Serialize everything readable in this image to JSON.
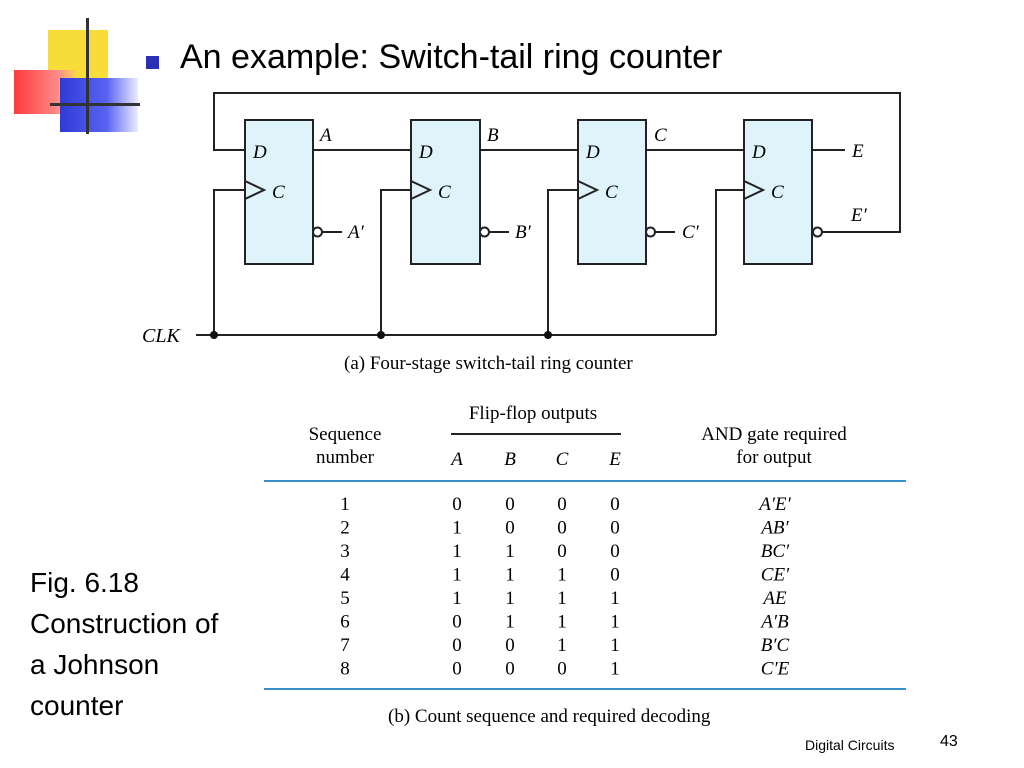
{
  "slide": {
    "title": "An example: Switch-tail ring counter",
    "fig_caption": "Fig. 6.18 Construction of a Johnson counter",
    "footer_label": "Digital Circuits",
    "page_number": "43",
    "colors": {
      "flipflop_fill": "#dff3fb",
      "rule_color": "#3a8fc8",
      "bullet": "#2b2fb3"
    }
  },
  "diagram": {
    "caption": "(a) Four-stage switch-tail ring counter",
    "clk_label": "CLK",
    "flipflops": [
      {
        "d_pin": "D",
        "c_pin": "C",
        "q_out": "A",
        "q_bar_out": "A′"
      },
      {
        "d_pin": "D",
        "c_pin": "C",
        "q_out": "B",
        "q_bar_out": "B′"
      },
      {
        "d_pin": "D",
        "c_pin": "C",
        "q_out": "C",
        "q_bar_out": "C′"
      },
      {
        "d_pin": "D",
        "c_pin": "C",
        "q_out": "E",
        "q_bar_out": "E′"
      }
    ]
  },
  "table": {
    "col_sequence": [
      "Sequence",
      "number"
    ],
    "group_header": "Flip-flop outputs",
    "col_outputs": [
      "A",
      "B",
      "C",
      "E"
    ],
    "col_and": [
      "AND gate required",
      "for output"
    ],
    "rows": [
      {
        "seq": "1",
        "bits": [
          "0",
          "0",
          "0",
          "0"
        ],
        "and": "A′E′"
      },
      {
        "seq": "2",
        "bits": [
          "1",
          "0",
          "0",
          "0"
        ],
        "and": "AB′"
      },
      {
        "seq": "3",
        "bits": [
          "1",
          "1",
          "0",
          "0"
        ],
        "and": "BC′"
      },
      {
        "seq": "4",
        "bits": [
          "1",
          "1",
          "1",
          "0"
        ],
        "and": "CE′"
      },
      {
        "seq": "5",
        "bits": [
          "1",
          "1",
          "1",
          "1"
        ],
        "and": "AE"
      },
      {
        "seq": "6",
        "bits": [
          "0",
          "1",
          "1",
          "1"
        ],
        "and": "A′B"
      },
      {
        "seq": "7",
        "bits": [
          "0",
          "0",
          "1",
          "1"
        ],
        "and": "B′C"
      },
      {
        "seq": "8",
        "bits": [
          "0",
          "0",
          "0",
          "1"
        ],
        "and": "C′E"
      }
    ],
    "caption": "(b) Count sequence and required decoding"
  }
}
